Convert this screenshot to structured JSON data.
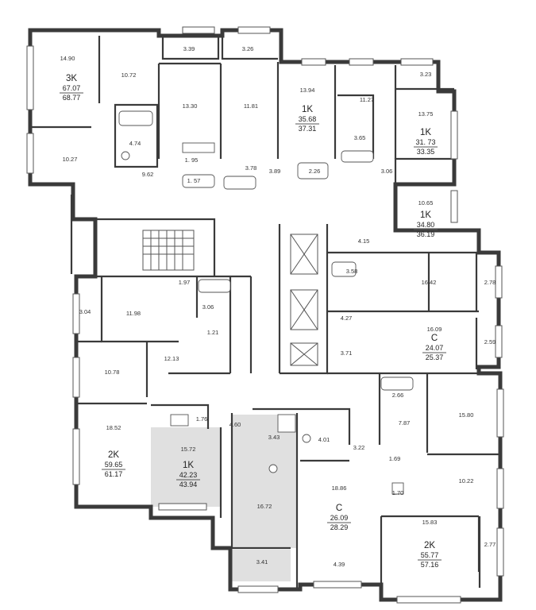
{
  "apartments": [
    {
      "id": "apt-3k",
      "code": "3K",
      "living": "67.07",
      "total": "68.77",
      "selected": false
    },
    {
      "id": "apt-1k-a",
      "code": "1K",
      "living": "35.68",
      "total": "37.31",
      "selected": false
    },
    {
      "id": "apt-1k-b",
      "code": "1K",
      "living": "31. 73",
      "total": "33.35",
      "selected": false
    },
    {
      "id": "apt-1k-c",
      "code": "1K",
      "living": "34.80",
      "total": "36.19",
      "selected": false
    },
    {
      "id": "apt-c-a",
      "code": "C",
      "living": "24.07",
      "total": "25.37",
      "selected": false
    },
    {
      "id": "apt-2k-a",
      "code": "2K",
      "living": "59.65",
      "total": "61.17",
      "selected": false
    },
    {
      "id": "apt-1k-d",
      "code": "1K",
      "living": "42.23",
      "total": "43.94",
      "selected": true
    },
    {
      "id": "apt-c-b",
      "code": "C",
      "living": "26.09",
      "total": "28.29",
      "selected": false
    },
    {
      "id": "apt-2k-b",
      "code": "2K",
      "living": "55.77",
      "total": "57.16",
      "selected": false
    }
  ],
  "rooms": [
    "14.90",
    "10.72",
    "3.39",
    "3.26",
    "13.30",
    "11.81",
    "13.94",
    "11.27",
    "3.23",
    "13.75",
    "4.74",
    "1. 95",
    "3.78",
    "10.27",
    "9.62",
    "1. 57",
    "3.89",
    "2.26",
    "3.65",
    "3.06",
    "10.65",
    "4.15",
    "3.58",
    "16.42",
    "2.78",
    "1.97",
    "3.06",
    "3.04",
    "11.98",
    "1.21",
    "4.27",
    "16.09",
    "2.59",
    "3.71",
    "12.13",
    "10.78",
    "2.66",
    "7.87",
    "15.80",
    "1.76",
    "4.60",
    "3.43",
    "4.01",
    "3.22",
    "18.52",
    "15.72",
    "1.69",
    "10.22",
    "1.70",
    "16.72",
    "18.86",
    "15.83",
    "2.77",
    "3.41",
    "4.39"
  ]
}
